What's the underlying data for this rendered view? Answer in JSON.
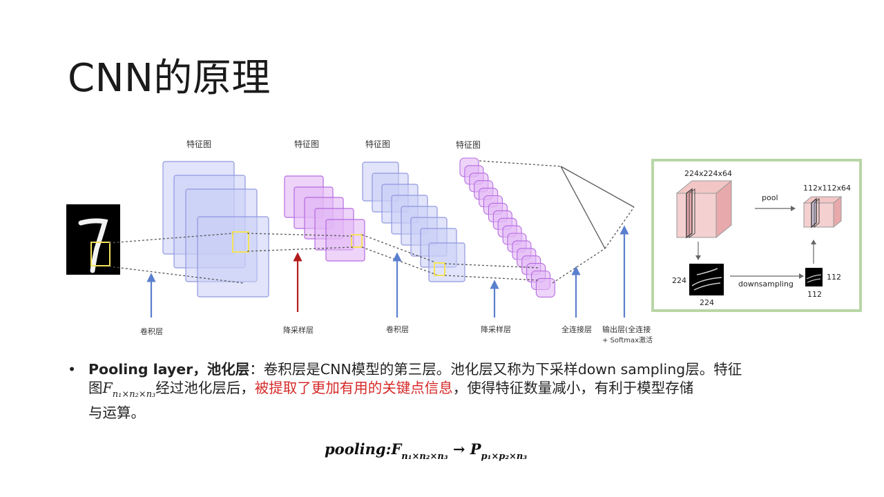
{
  "title": "CNN的原理",
  "diagram": {
    "top_labels": [
      "特征图",
      "特征图",
      "特征图",
      "特征图"
    ],
    "bottom_labels": [
      "卷积层",
      "降采样层",
      "卷积层",
      "降采样层",
      "全连接层"
    ],
    "output_label_line1": "输出层(全连接",
    "output_label_line2": "+ Softmax激活"
  },
  "inset": {
    "input_dim": "224x224x64",
    "output_dim": "112x112x64",
    "pool": "pool",
    "downsampling": "downsampling",
    "side_left": "224",
    "side_bottom": "224",
    "side_right": "112",
    "side_bottom_small": "112"
  },
  "bullet": {
    "lead": "Pooling layer，池化层",
    "text1": "：卷积层是CNN模型的第三层。池化层又称为下采样down sampling层。特征",
    "text2_prefix": "图",
    "F": "F",
    "subscript": "n₁×n₂×n₃",
    "text2_mid": "经过池化层后，",
    "highlight": "被提取了更加有用的关键点信息",
    "text2_end": "，使得特征数量减小，有利于模型存储",
    "text3": "与运算。"
  },
  "formula": {
    "lhs": "pooling",
    "colon": ":",
    "F": "F",
    "F_sub": "n₁×n₂×n₃",
    "arrow": " → ",
    "P": "P",
    "P_sub": "p₁×p₂×n₃"
  },
  "colors": {
    "blue_fill": "#c9cdf6",
    "blue_stroke": "#8f96de",
    "purple_fill": "#e3b7f5",
    "purple_stroke": "#b46ae0",
    "arrow_blue": "#5b7fcf",
    "arrow_red": "#b31b1b",
    "highlight_red": "#d62a2a",
    "inset_border": "#b9d6a6"
  }
}
